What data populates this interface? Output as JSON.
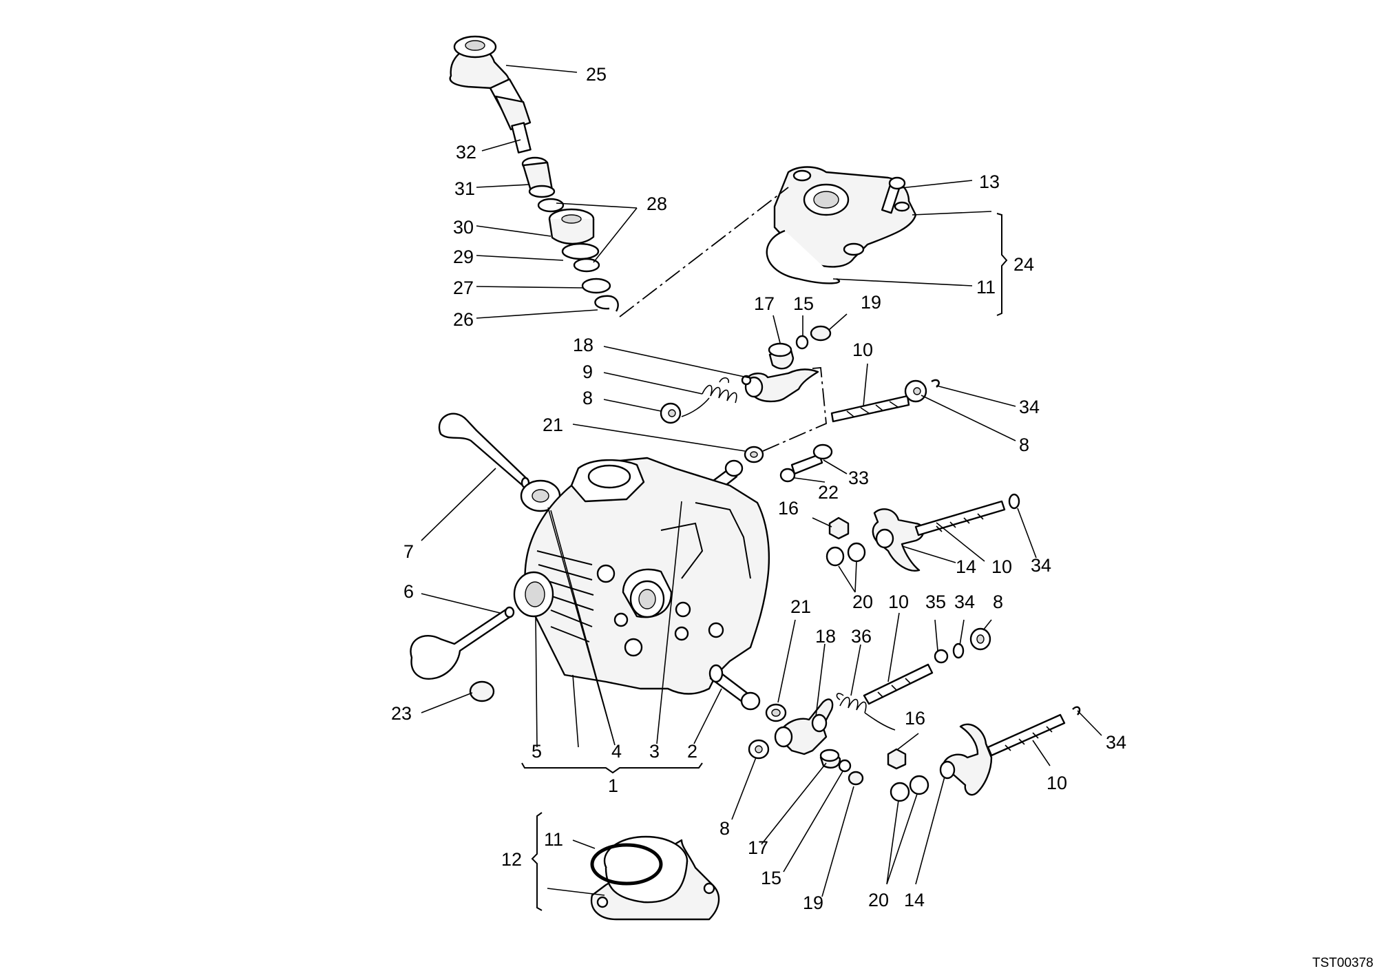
{
  "diagram": {
    "callouts": [
      {
        "key": "c25a",
        "text": "25"
      },
      {
        "key": "c32",
        "text": "32"
      },
      {
        "key": "c31",
        "text": "31"
      },
      {
        "key": "c28",
        "text": "28"
      },
      {
        "key": "c30",
        "text": "30"
      },
      {
        "key": "c29",
        "text": "29"
      },
      {
        "key": "c27",
        "text": "27"
      },
      {
        "key": "c26",
        "text": "26"
      },
      {
        "key": "c13",
        "text": "13"
      },
      {
        "key": "c24",
        "text": "24"
      },
      {
        "key": "c11a",
        "text": "11"
      },
      {
        "key": "c17a",
        "text": "17"
      },
      {
        "key": "c15a",
        "text": "15"
      },
      {
        "key": "c19a",
        "text": "19"
      },
      {
        "key": "c18a",
        "text": "18"
      },
      {
        "key": "c9",
        "text": "9"
      },
      {
        "key": "c8a",
        "text": "8"
      },
      {
        "key": "c10a",
        "text": "10"
      },
      {
        "key": "c34a",
        "text": "34"
      },
      {
        "key": "c8b",
        "text": "8"
      },
      {
        "key": "c21a",
        "text": "21"
      },
      {
        "key": "c33",
        "text": "33"
      },
      {
        "key": "c22",
        "text": "22"
      },
      {
        "key": "c7",
        "text": "7"
      },
      {
        "key": "c16a",
        "text": "16"
      },
      {
        "key": "c14a",
        "text": "14"
      },
      {
        "key": "c10b",
        "text": "10"
      },
      {
        "key": "c34b",
        "text": "34"
      },
      {
        "key": "c20a",
        "text": "20"
      },
      {
        "key": "c6",
        "text": "6"
      },
      {
        "key": "c21b",
        "text": "21"
      },
      {
        "key": "c18b",
        "text": "18"
      },
      {
        "key": "c36",
        "text": "36"
      },
      {
        "key": "c10c",
        "text": "10"
      },
      {
        "key": "c35",
        "text": "35"
      },
      {
        "key": "c34c",
        "text": "34"
      },
      {
        "key": "c8c",
        "text": "8"
      },
      {
        "key": "c23",
        "text": "23"
      },
      {
        "key": "c5",
        "text": "5"
      },
      {
        "key": "c4",
        "text": "4"
      },
      {
        "key": "c3",
        "text": "3"
      },
      {
        "key": "c2",
        "text": "2"
      },
      {
        "key": "c1",
        "text": "1"
      },
      {
        "key": "c16b",
        "text": "16"
      },
      {
        "key": "c34d",
        "text": "34"
      },
      {
        "key": "c10d",
        "text": "10"
      },
      {
        "key": "c8d",
        "text": "8"
      },
      {
        "key": "c17b",
        "text": "17"
      },
      {
        "key": "c15b",
        "text": "15"
      },
      {
        "key": "c19b",
        "text": "19"
      },
      {
        "key": "c20b",
        "text": "20"
      },
      {
        "key": "c14b",
        "text": "14"
      },
      {
        "key": "c12",
        "text": "12"
      },
      {
        "key": "c11b",
        "text": "11"
      }
    ],
    "drawing_code": "TST00378"
  }
}
